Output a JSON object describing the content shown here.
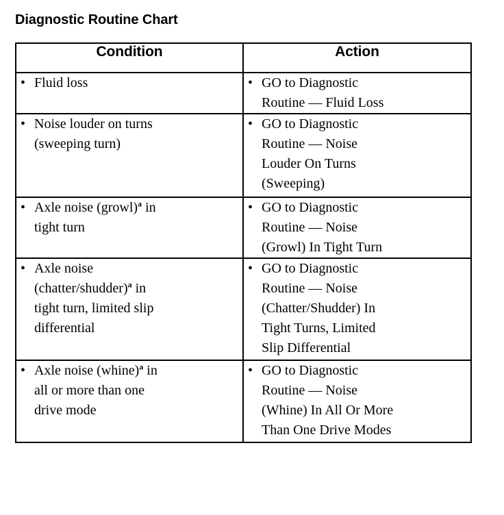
{
  "document": {
    "title": "Diagnostic Routine Chart"
  },
  "table": {
    "headers": {
      "condition": "Condition",
      "action": "Action"
    },
    "bullet_glyph": "•",
    "footnote_marker": "a",
    "rows": [
      {
        "condition_lines": [
          "Fluid loss"
        ],
        "condition_text": "Fluid loss",
        "condition_footnote": false,
        "action_lines": [
          "GO to Diagnostic",
          "Routine — Fluid Loss"
        ],
        "action_text": "GO to Diagnostic Routine — Fluid Loss"
      },
      {
        "condition_lines": [
          "Noise louder on turns",
          "(sweeping turn)"
        ],
        "condition_text": "Noise louder on turns (sweeping turn)",
        "condition_footnote": false,
        "action_lines": [
          "GO to Diagnostic",
          "Routine — Noise",
          "Louder On Turns",
          "(Sweeping)"
        ],
        "action_text": "GO to Diagnostic Routine — Noise Louder On Turns (Sweeping)"
      },
      {
        "condition_lines": [
          "Axle noise (growl)",
          " in",
          "tight turn"
        ],
        "condition_prefix": "Axle noise (growl)",
        "condition_suffix": " in",
        "condition_line2": "tight turn",
        "condition_text": "Axle noise (growl)a in tight turn",
        "condition_footnote": true,
        "action_lines": [
          "GO to Diagnostic",
          "Routine — Noise",
          "(Growl) In Tight Turn"
        ],
        "action_text": "GO to Diagnostic Routine — Noise (Growl) In Tight Turn"
      },
      {
        "condition_prefix": "Axle noise",
        "condition_line2_prefix": "(chatter/shudder)",
        "condition_suffix": " in",
        "condition_line3": "tight turn, limited slip",
        "condition_line4": "differential",
        "condition_text": "Axle noise (chatter/shudder)a in tight turn, limited slip differential",
        "condition_footnote": true,
        "action_lines": [
          "GO to Diagnostic",
          "Routine — Noise",
          "(Chatter/Shudder) In",
          "Tight Turns, Limited",
          "Slip Differential"
        ],
        "action_text": "GO to Diagnostic Routine — Noise (Chatter/Shudder) In Tight Turns, Limited Slip Differential"
      },
      {
        "condition_prefix": "Axle noise (whine)",
        "condition_suffix": " in",
        "condition_line2": "all or more than one",
        "condition_line3": "drive mode",
        "condition_text": "Axle noise (whine)a in all or more than one drive mode",
        "condition_footnote": true,
        "action_lines": [
          "GO to Diagnostic",
          "Routine — Noise",
          "(Whine) In All Or More",
          "Than One Drive Modes"
        ],
        "action_text": "GO to Diagnostic Routine — Noise (Whine) In All Or More Than One Drive Modes"
      }
    ]
  },
  "colors": {
    "text": "#000000",
    "background": "#ffffff",
    "border": "#000000"
  }
}
